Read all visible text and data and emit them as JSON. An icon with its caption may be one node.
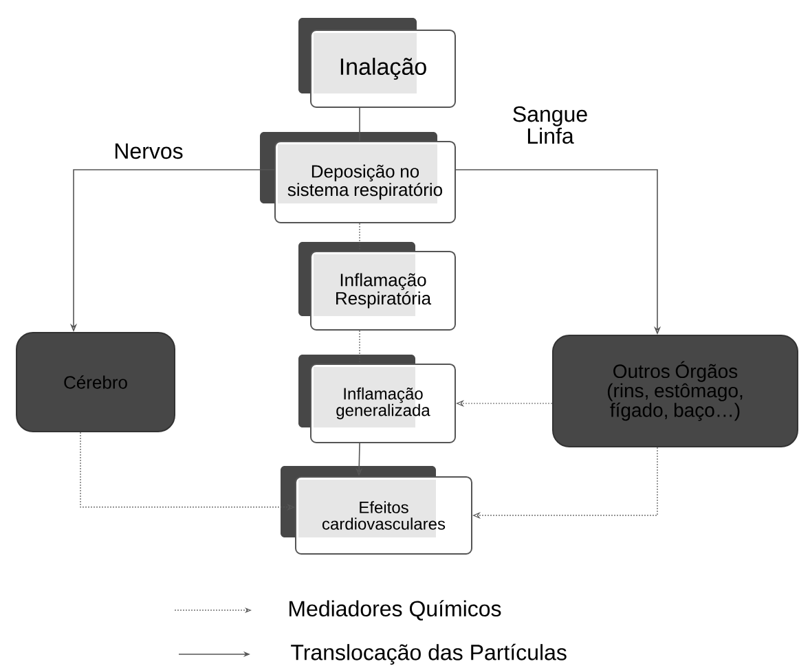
{
  "diagram": {
    "nodes": [
      {
        "text": [
          "Inalação"
        ]
      },
      {
        "text": [
          "Deposição no sistema respiratório"
        ]
      },
      {
        "text": [
          "Inflamação Respiratória"
        ]
      },
      {
        "text": [
          "Inflamação generalizada"
        ]
      },
      {
        "text": [
          "Efeitos cardiovasculares"
        ]
      },
      {
        "text": [
          "Cérebro"
        ]
      },
      {
        "text": [
          "Outros Órgãos (rins, estômago, fígado, baço…)"
        ]
      }
    ],
    "edges": [
      {
        "from": 0,
        "to": 1,
        "arrow": "none"
      },
      {
        "from": 1,
        "to": 2,
        "arrow": "none",
        "style": "dashed"
      },
      {
        "from": 2,
        "to": 3,
        "arrow": "none",
        "style": "dashed"
      },
      {
        "from": 1,
        "to": 5,
        "arrow": "to",
        "label": "Nervos"
      },
      {
        "from": 1,
        "to": 6,
        "arrow": "to",
        "label": "Sangue Linfa"
      },
      {
        "from": 6,
        "to": 3,
        "arrow": "to",
        "style": "dashed"
      },
      {
        "from": 3,
        "to": 4,
        "arrow": "to"
      },
      {
        "from": 5,
        "to": 4,
        "arrow": "to",
        "style": "dashed"
      },
      {
        "from": 6,
        "to": 4,
        "arrow": "to",
        "style": "dashed"
      }
    ],
    "legend": [
      {
        "text": "Mediadores Químicos"
      },
      {
        "text": "Translocação das Partículas"
      }
    ]
  }
}
